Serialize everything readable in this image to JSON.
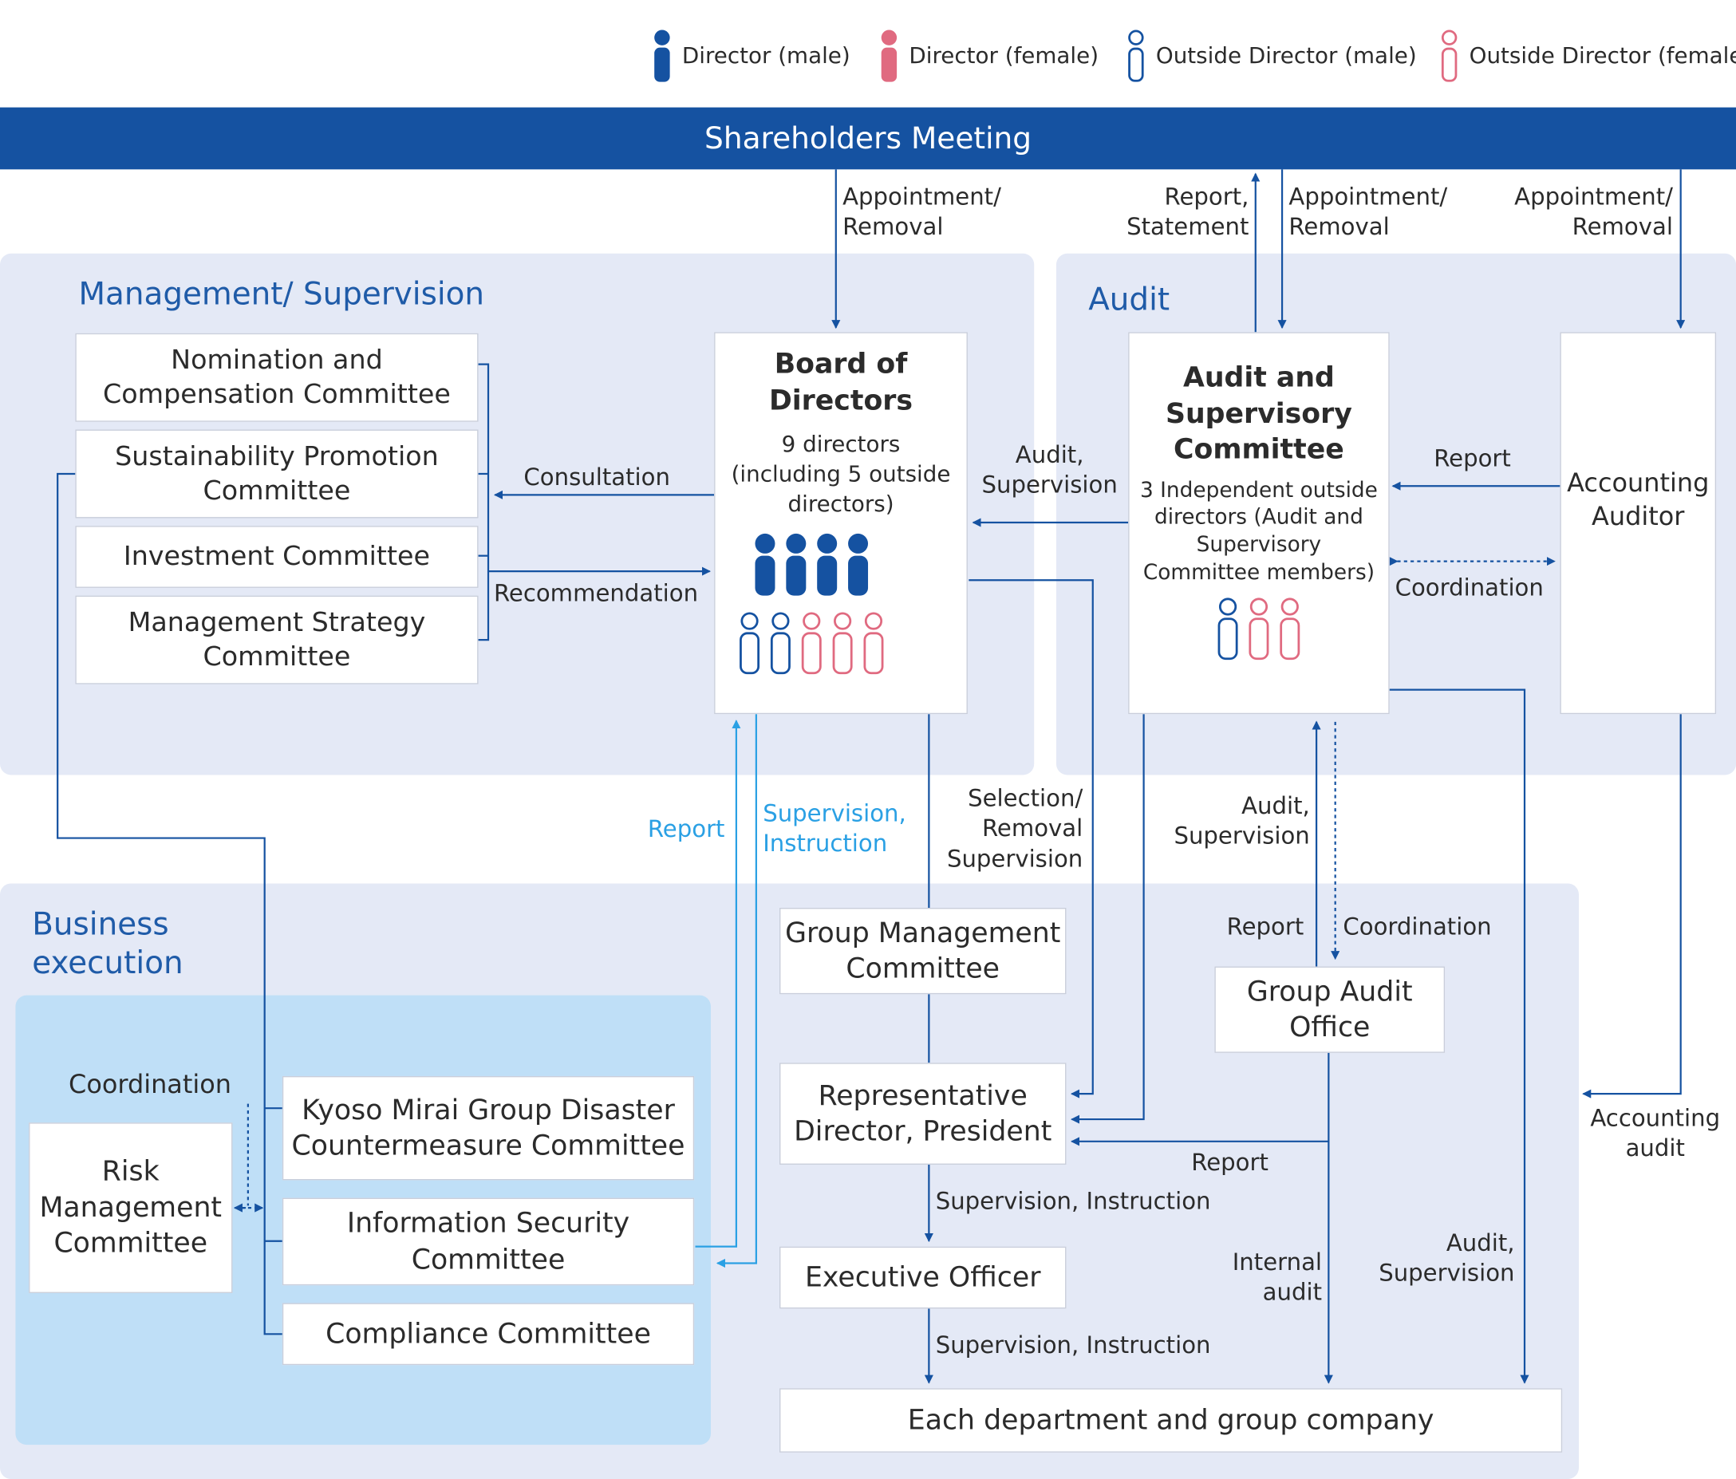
{
  "legend": {
    "director_male": "Director (male)",
    "director_female": "Director (female)",
    "outside_male": "Outside Director (male)",
    "outside_female": "Outside Director (female)"
  },
  "colors": {
    "male": "#1552a1",
    "female": "#e06a80",
    "outside_male": "#1552a1",
    "outside_female": "#e06a80",
    "banner": "#1552a1",
    "region": "#e4e9f6",
    "business_inner": "#bfdff7",
    "line": "#1552a1",
    "line_light": "#2aa0e4"
  },
  "shareholders": "Shareholders Meeting",
  "sections": {
    "management": "Management/ Supervision",
    "audit": "Audit",
    "business": "Business execution"
  },
  "committees": {
    "nomination": "Nomination and Compensation Committee",
    "sustainability": "Sustainability Promotion Committee",
    "investment": "Investment Committee",
    "strategy": "Management Strategy Committee"
  },
  "board": {
    "title": "Board of Directors",
    "desc": "9 directors (including 5 outside directors)",
    "icons": {
      "row1": [
        "male",
        "male",
        "male",
        "male"
      ],
      "row2": [
        "outside_male",
        "outside_male",
        "outside_female",
        "outside_female",
        "outside_female"
      ]
    }
  },
  "audit_committee": {
    "title": "Audit and Supervisory Committee",
    "desc": "3 Independent outside directors (Audit and Supervisory Committee members)",
    "icons": [
      "outside_male",
      "outside_female",
      "outside_female"
    ]
  },
  "accounting_auditor": "Accounting Auditor",
  "group_mgmt": "Group Management Committee",
  "rep_director": "Representative Director, President",
  "executive_officer": "Executive Officer",
  "each_dept": "Each department and group company",
  "group_audit": "Group Audit Office",
  "risk_mgmt": "Risk Management Committee",
  "kyoso": "Kyoso Mirai Group Disaster Countermeasure Committee",
  "info_sec": "Information Security Committee",
  "compliance": "Compliance Committee",
  "labels": {
    "appointment_board": "Appointment/ Removal",
    "report_statement": "Report, Statement",
    "appointment_audit": "Appointment/ Removal",
    "appointment_accounting": "Appointment/ Removal",
    "consultation": "Consultation",
    "recommendation": "Recommendation",
    "audit_supervision_board": "Audit, Supervision",
    "report_accounting": "Report",
    "coordination_accounting": "Coordination",
    "report_blue": "Report",
    "supervision_instruction_blue": "Supervision, Instruction",
    "selection_removal": "Selection/ Removal Supervision",
    "audit_supervision_mid": "Audit, Supervision",
    "report_gao": "Report",
    "coordination_gao": "Coordination",
    "coordination_risk": "Coordination",
    "report_rep": "Report",
    "sup_instr_1": "Supervision, Instruction",
    "sup_instr_2": "Supervision, Instruction",
    "internal_audit": "Internal audit",
    "audit_supervision_right": "Audit, Supervision",
    "accounting_audit": "Accounting audit"
  }
}
